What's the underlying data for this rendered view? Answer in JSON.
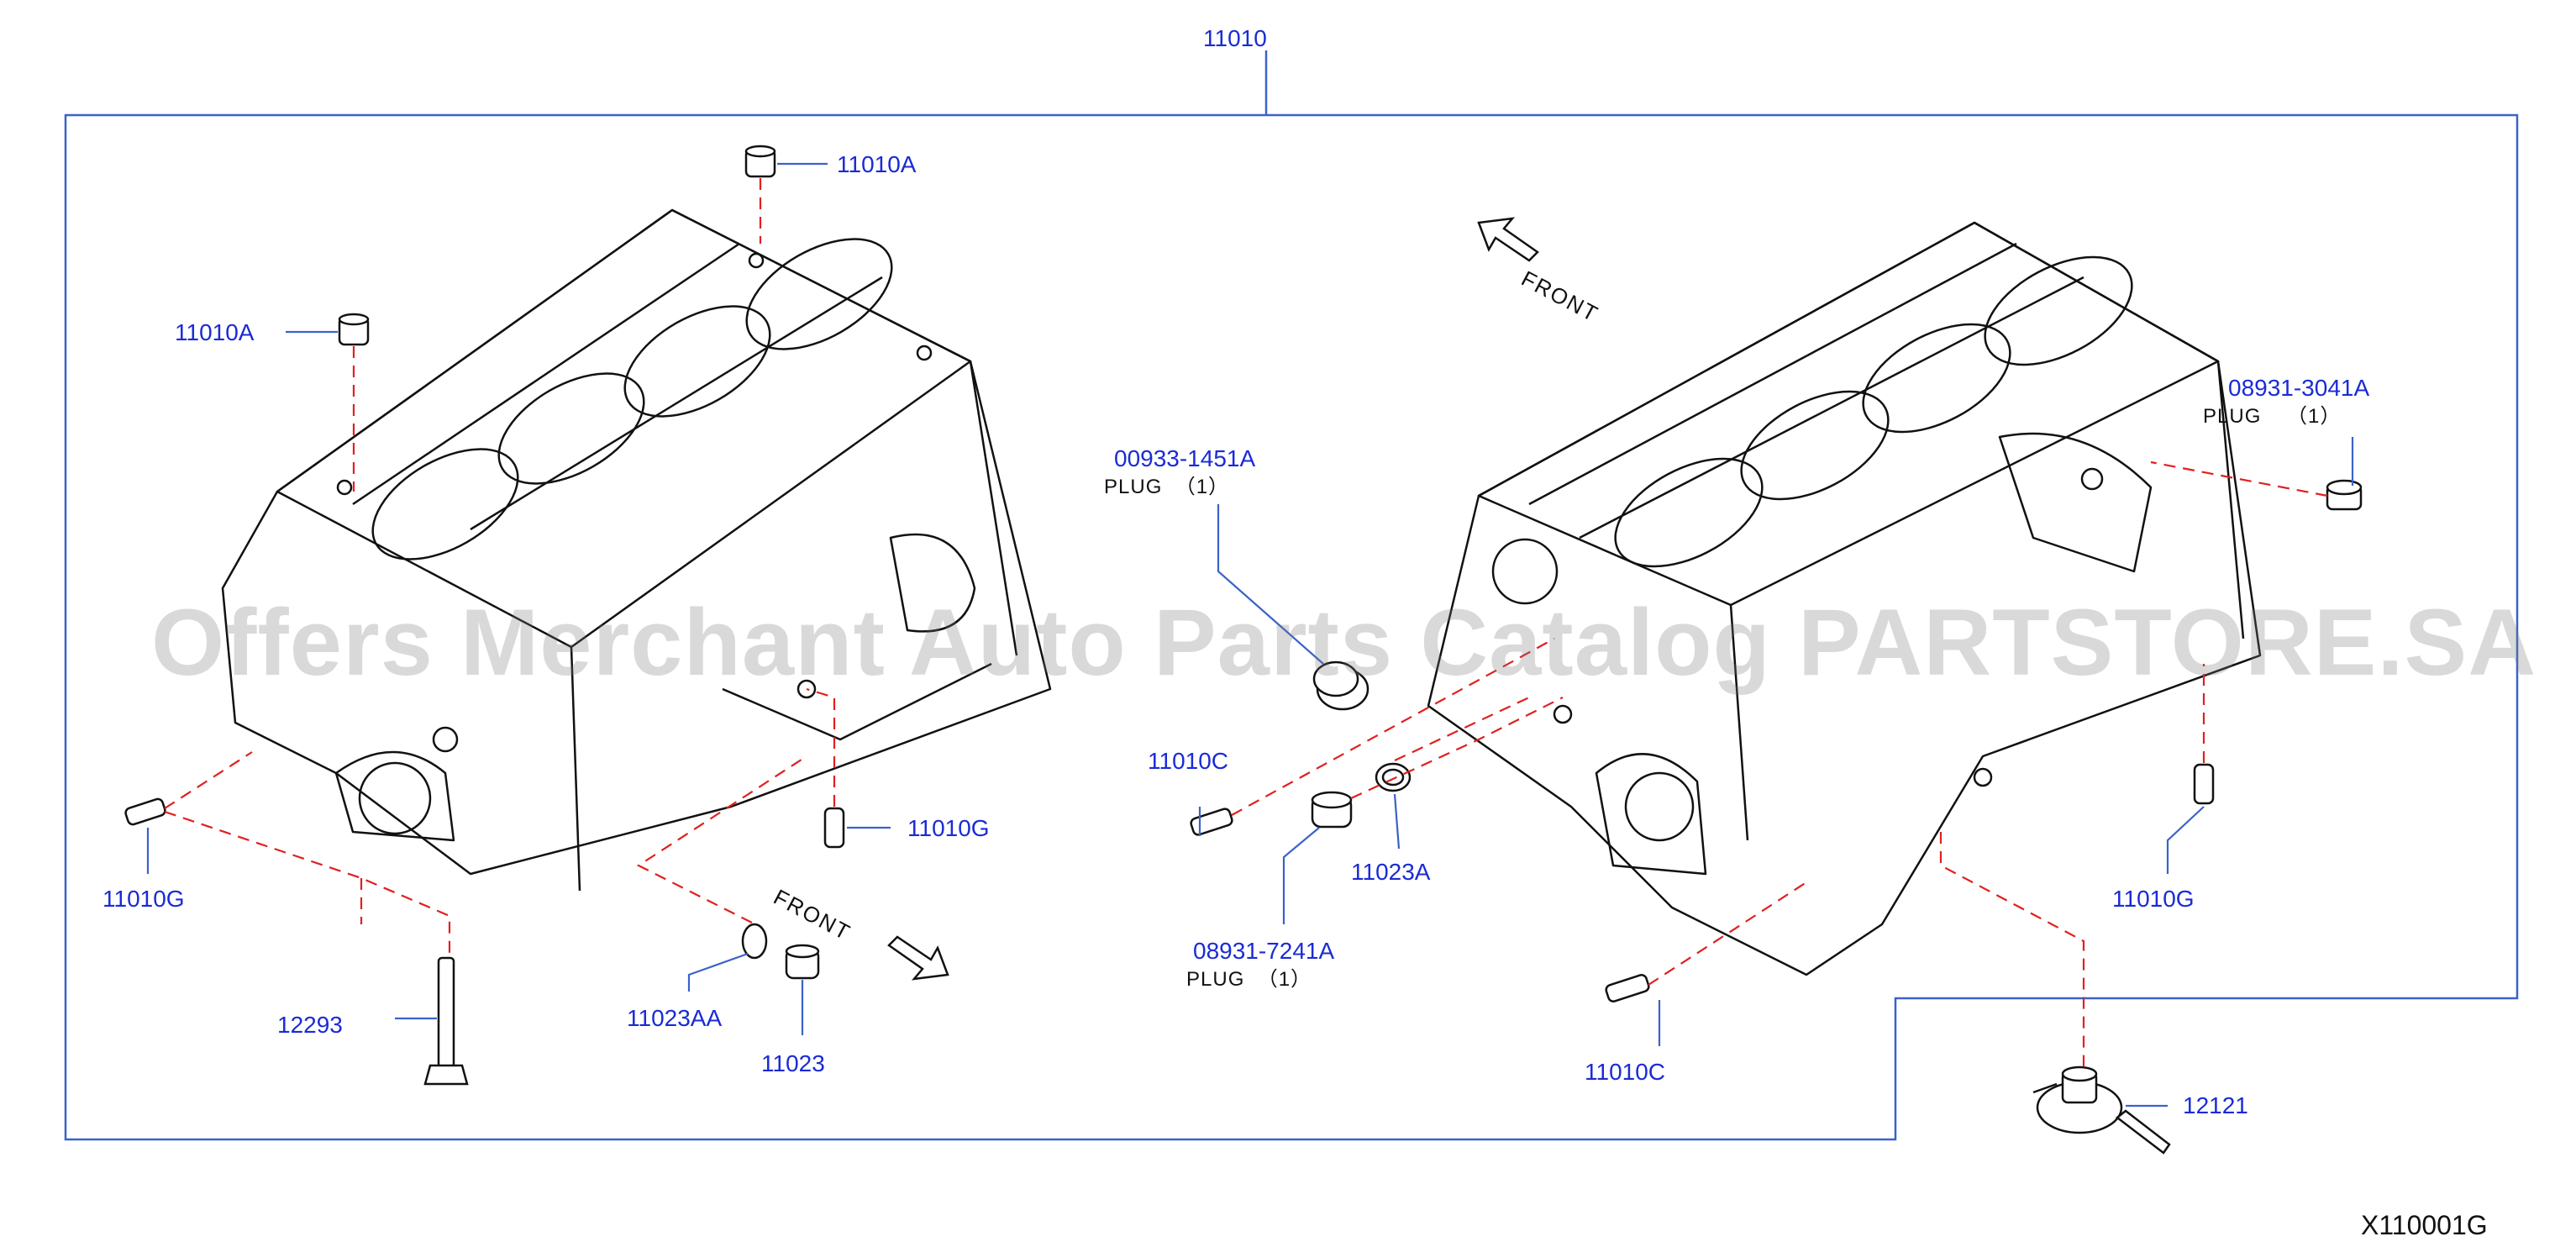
{
  "title_number": "11010",
  "diagram_code": "X110001G",
  "watermark": "Offers Merchant Auto Parts Catalog PARTSTORE.SA",
  "front_label": "FRONT",
  "colors": {
    "callout": "#1a2bd6",
    "line": "#3a63c8",
    "dash": "#e02020",
    "part": "#111111"
  },
  "parts": {
    "p11010A_top": "11010A",
    "p11010A_left": "11010A",
    "p11010G_left": "11010G",
    "p11010G_mid": "11010G",
    "p11010G_right": "11010G",
    "p12293": "12293",
    "p11023AA": "11023AA",
    "p11023": "11023",
    "p00933": "00933-1451A",
    "p11010C_a": "11010C",
    "p11010C_b": "11010C",
    "p08931_7241": "08931-7241A",
    "p11023A": "11023A",
    "p08931_3041": "08931-3041A",
    "p12121": "12121"
  },
  "plug_text": "PLUG",
  "qty_text": "（1）"
}
